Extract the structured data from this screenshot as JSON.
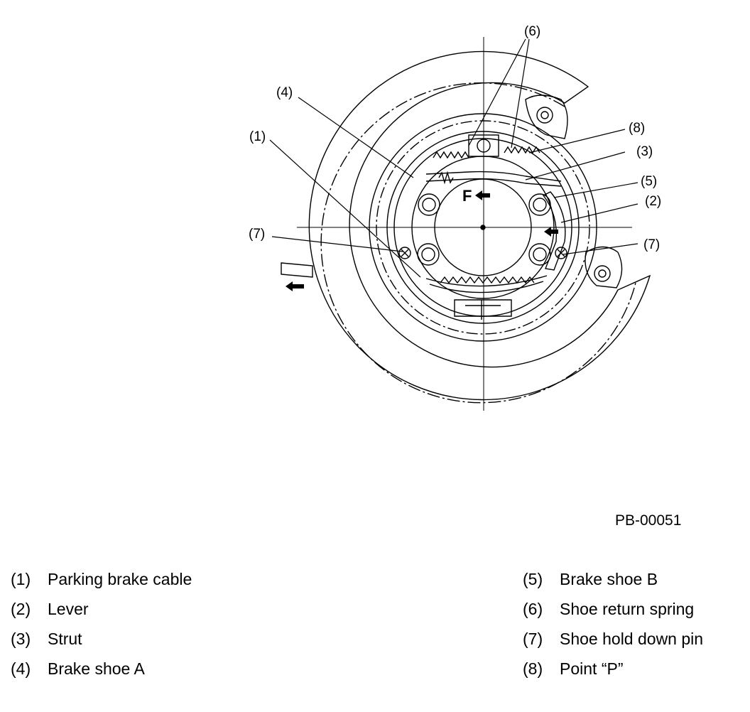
{
  "diagram": {
    "callouts": [
      "(6)",
      "(4)",
      "(8)",
      "(1)",
      "(3)",
      "(5)",
      "(2)",
      "(7)",
      "(7)"
    ],
    "direction_letter": "F"
  },
  "figure_id": "PB-00051",
  "legend": {
    "left": [
      {
        "num": "(1)",
        "text": "Parking brake cable"
      },
      {
        "num": "(2)",
        "text": "Lever"
      },
      {
        "num": "(3)",
        "text": "Strut"
      },
      {
        "num": "(4)",
        "text": "Brake shoe A"
      }
    ],
    "right": [
      {
        "num": "(5)",
        "text": "Brake shoe B"
      },
      {
        "num": "(6)",
        "text": "Shoe return spring"
      },
      {
        "num": "(7)",
        "text": "Shoe hold down pin"
      },
      {
        "num": "(8)",
        "text": "Point “P”"
      }
    ]
  }
}
